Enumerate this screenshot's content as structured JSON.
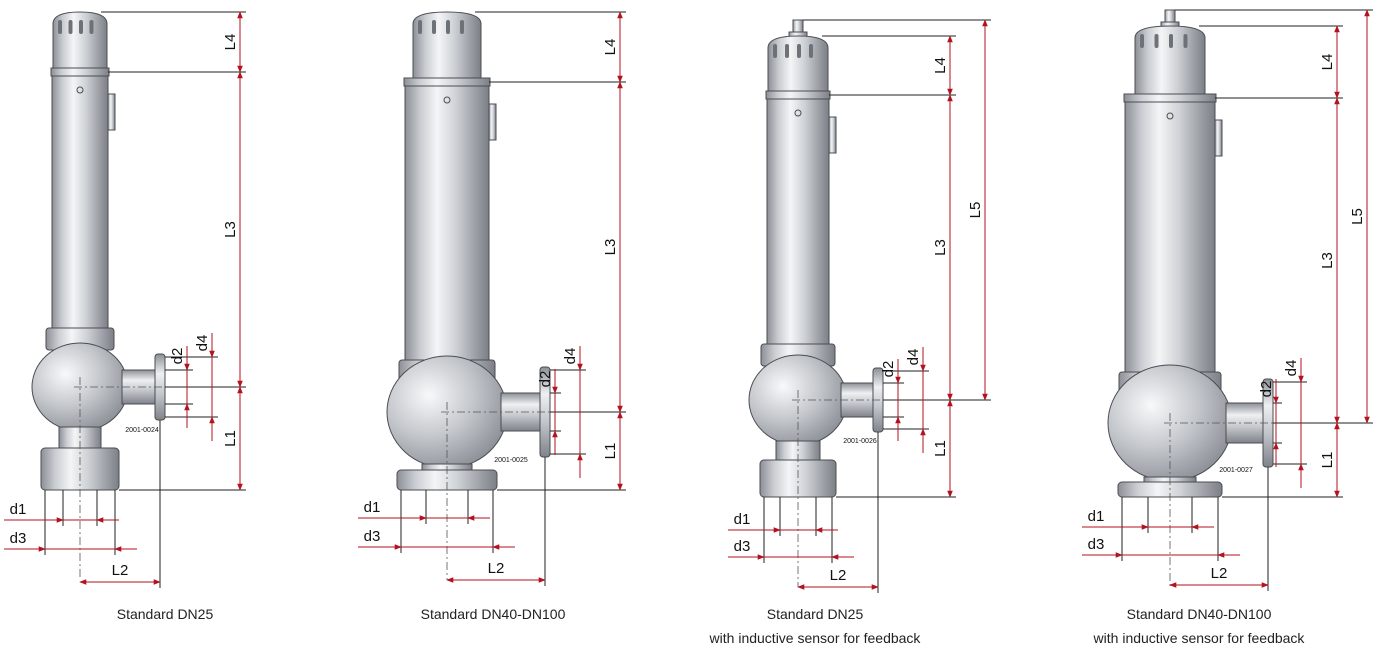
{
  "colors": {
    "dimension_line": "#b3121f",
    "extension_line": "#222222",
    "metal_light": "#e8e9eb",
    "metal_mid": "#b9bcc1",
    "metal_dark": "#7d8188",
    "outline": "#4a4d52"
  },
  "views": [
    {
      "drawing_number": "2001-0024",
      "caption_line1": "Standard DN25",
      "caption_line2": "",
      "labels": {
        "L1": "L1",
        "L2": "L2",
        "L3": "L3",
        "L4": "L4",
        "d1": "d1",
        "d2": "d2",
        "d3": "d3",
        "d4": "d4"
      }
    },
    {
      "drawing_number": "2001-0025",
      "caption_line1": "Standard DN40-DN100",
      "caption_line2": "",
      "labels": {
        "L1": "L1",
        "L2": "L2",
        "L3": "L3",
        "L4": "L4",
        "d1": "d1",
        "d2": "d2",
        "d3": "d3",
        "d4": "d4"
      }
    },
    {
      "drawing_number": "2001-0026",
      "caption_line1": "Standard DN25",
      "caption_line2": "with inductive sensor for feedback",
      "labels": {
        "L1": "L1",
        "L2": "L2",
        "L3": "L3",
        "L4": "L4",
        "L5": "L5",
        "d1": "d1",
        "d2": "d2",
        "d3": "d3",
        "d4": "d4"
      }
    },
    {
      "drawing_number": "2001-0027",
      "caption_line1": "Standard DN40-DN100",
      "caption_line2": "with inductive sensor for feedback",
      "labels": {
        "L1": "L1",
        "L2": "L2",
        "L3": "L3",
        "L4": "L4",
        "L5": "L5",
        "d1": "d1",
        "d2": "d2",
        "d3": "d3",
        "d4": "d4"
      }
    }
  ]
}
